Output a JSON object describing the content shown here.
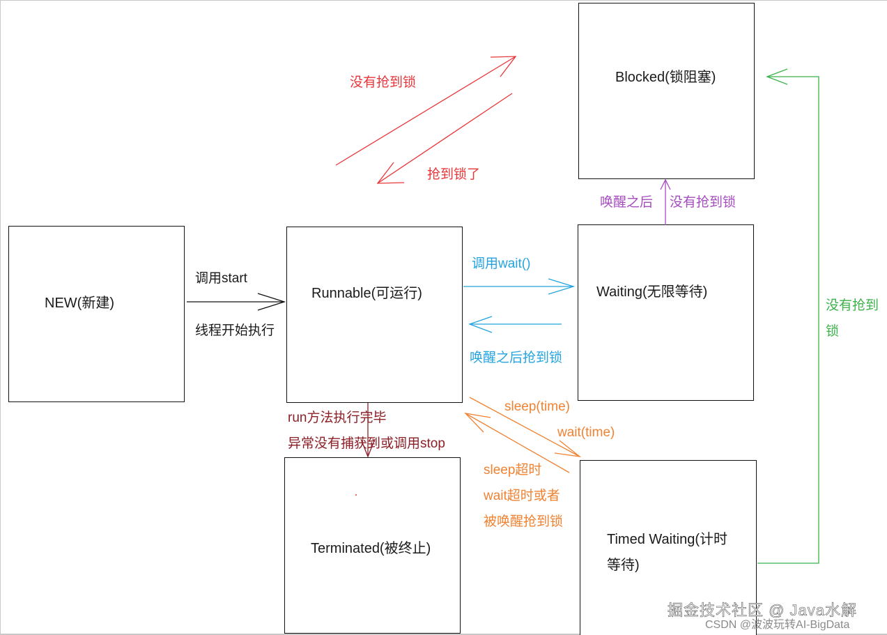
{
  "colors": {
    "red": "#e8353a",
    "blue": "#24a3e0",
    "purple": "#a64cbf",
    "orange": "#f08232",
    "green": "#3cb24a",
    "darkred": "#8c1f26",
    "black": "#111111"
  },
  "states": {
    "new": "NEW(新建)",
    "runnable": "Runnable(可运行)",
    "blocked": "Blocked(锁阻塞)",
    "waiting": "Waiting(无限等待)",
    "timed_waiting_l1": "Timed Waiting(计时",
    "timed_waiting_l2": "等待)",
    "terminated": "Terminated(被终止)"
  },
  "transitions": {
    "new_to_runnable_top": "调用start",
    "new_to_runnable_bottom": "线程开始执行",
    "runnable_to_blocked": "没有抢到锁",
    "blocked_to_runnable": "抢到锁了",
    "waiting_wake": "唤醒之后",
    "waiting_to_blocked": "没有抢到锁",
    "runnable_to_waiting": "调用wait()",
    "waiting_to_runnable": "唤醒之后抢到锁",
    "timed_to_blocked_l1": "没有抢到",
    "timed_to_blocked_l2": "锁",
    "terminate_l1": "run方法执行完毕",
    "terminate_l2": "异常没有捕获到或调用stop",
    "runnable_to_timed_l1": "sleep(time)",
    "runnable_to_timed_l2": "wait(time)",
    "timed_to_runnable_l1": "sleep超时",
    "timed_to_runnable_l2": "wait超时或者",
    "timed_to_runnable_l3": "被唤醒抢到锁"
  },
  "watermark": {
    "juejin": "掘金技术社区 @ Java水解",
    "csdn": "CSDN @波波玩转AI-BigData"
  }
}
